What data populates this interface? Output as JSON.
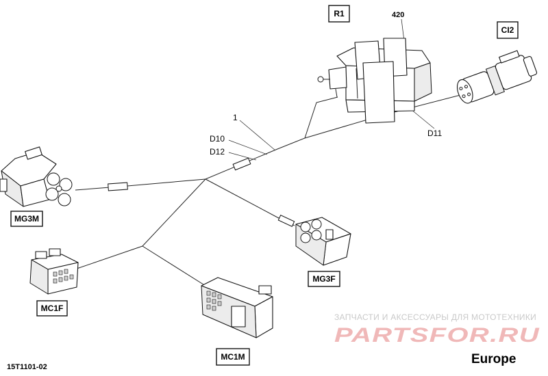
{
  "labels": {
    "r1": "R1",
    "ci2": "CI2",
    "mg3m": "MG3M",
    "mg3f": "MG3F",
    "mc1f": "MC1F",
    "mc1m": "MC1M"
  },
  "callouts": {
    "part_420": "420",
    "wire_1": "1",
    "wire_d10": "D10",
    "wire_d12": "D12",
    "wire_d11": "D11"
  },
  "footer": {
    "ref_code": "15T1101-02",
    "region": "Europe"
  },
  "watermark": {
    "tagline": "ЗАПЧАСТИ И АКСЕССУАРЫ ДЛЯ МОТОТЕХНИКИ",
    "brand": "PARTSFOR.RU"
  },
  "colors": {
    "line": "#222222",
    "watermark_brand": "#f0b8b8",
    "watermark_tagline": "#c9c9c9"
  }
}
